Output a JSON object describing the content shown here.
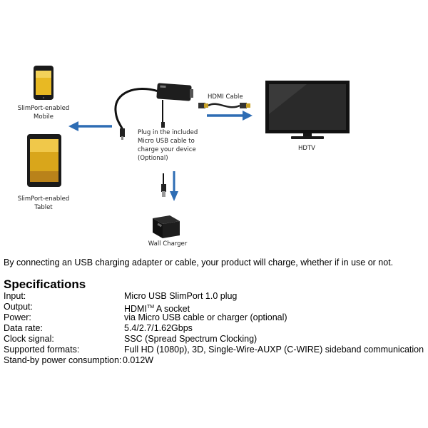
{
  "diagram": {
    "labels": {
      "mobile": [
        "SlimPort-enabled",
        "Mobile"
      ],
      "tablet": [
        "SlimPort-enabled",
        "Tablet"
      ],
      "hdmi_cable": "HDMI Cable",
      "hdtv": "HDTV",
      "plug_note": [
        "Plug in the included",
        "Micro USB cable to",
        "charge your device",
        "(Optional)"
      ],
      "wall_charger": "Wall Charger"
    },
    "colors": {
      "arrow": "#2e6db4",
      "device": "#1a1a1a",
      "phone_screen": "#e8b923",
      "tablet_screen": "#d9a61b"
    }
  },
  "caption": "By connecting an USB charging adapter or cable, your product will charge, whether if in use or not.",
  "specs": {
    "title": "Specifications",
    "rows": [
      {
        "label": "Input:",
        "value": "Micro USB SlimPort 1.0 plug"
      },
      {
        "label": "Output:",
        "value_main": "HDMI",
        "value_sup": "TM",
        "value_rest": " A socket"
      },
      {
        "label": "Power:",
        "value": "via Micro USB cable or charger (optional)"
      },
      {
        "label": "Data rate:",
        "value": "5.4/2.7/1.62Gbps"
      },
      {
        "label": "Clock signal:",
        "value": "SSC (Spread Spectrum Clocking)"
      },
      {
        "label": "Supported formats:",
        "value": "Full HD (1080p), 3D, Single-Wire-AUXP (C-WIRE) sideband communication"
      },
      {
        "label": "Stand-by power consumption:",
        "value": "0.012W"
      }
    ]
  }
}
